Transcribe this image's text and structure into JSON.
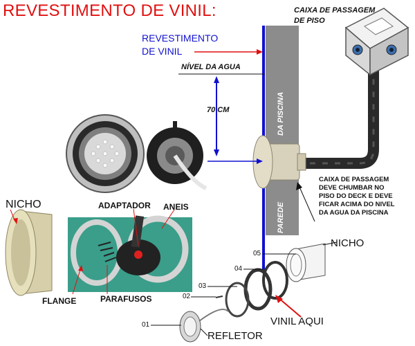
{
  "title": "REVESTIMENTO DE VINIL:",
  "labels": {
    "caixa_passagem_piso_1": "CAIXA DE PASSAGEM",
    "caixa_passagem_piso_2": "DE PISO",
    "revestimento_1": "REVESTIMENTO",
    "revestimento_2": "DE VINIL",
    "nivel_agua": "NÍVEL DA AGUA",
    "distancia": "70 CM",
    "wall_upper": "DA PISCINA",
    "wall_lower": "PAREDE",
    "note_1": "CAIXA DE PASSAGEM",
    "note_2": "DEVE CHUMBAR NO",
    "note_3": "PISO DO DECK E DEVE",
    "note_4": "FICAR ACIMA DO NIVEL",
    "note_5": "DA AGUA DA PISCINA",
    "nicho_left": "NICHO",
    "adaptador": "ADAPTADOR",
    "aneis": "ANEIS",
    "flange": "FLANGE",
    "parafusos": "PARAFUSOS",
    "nicho_right": "NICHO",
    "vinil_aqui": "VINIL AQUI",
    "refletor": "REFLETOR",
    "n05": "05",
    "n04": "04",
    "n03": "03",
    "n02": "02",
    "n01": "01"
  },
  "colors": {
    "title": "#e01010",
    "vinyl_line": "#1010d0",
    "wall": "#8c8c8c",
    "arrow_red": "#e01010",
    "conduit": "#222222",
    "photo_bg": "#3a9e8a"
  },
  "icons": [
    "floor-junction-box",
    "led-pool-light",
    "niche-housing",
    "flange-ring",
    "gasket-ring",
    "reflector-lamp",
    "screws",
    "adapter-plate"
  ]
}
